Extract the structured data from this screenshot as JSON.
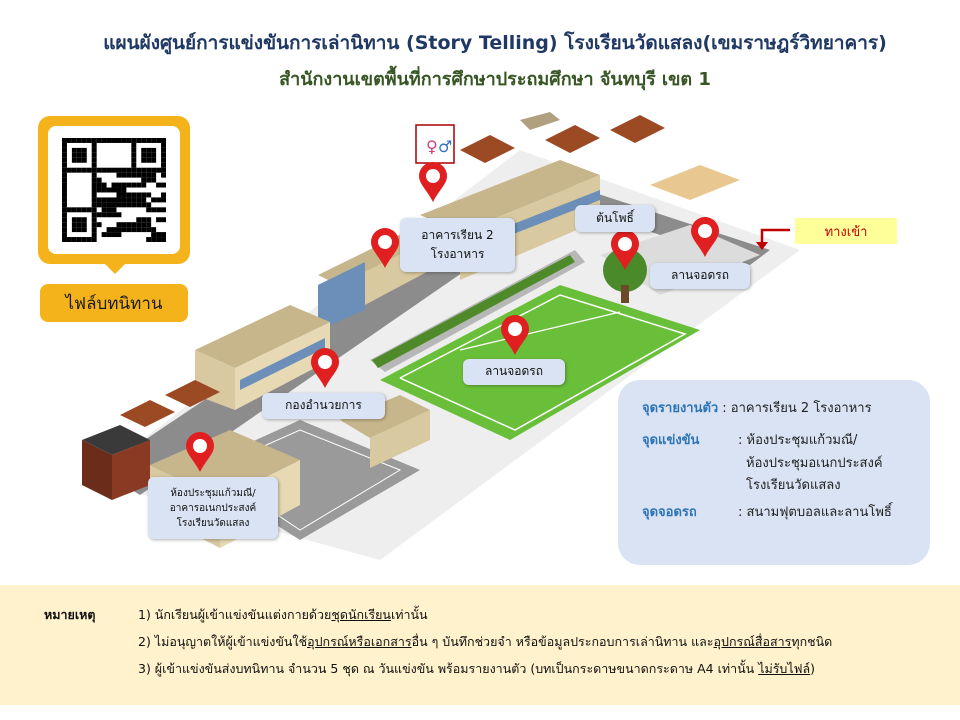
{
  "header": {
    "title": "แผนผังศูนย์การแข่งขันการเล่านิทาน (Story Telling) โรงเรียนวัดแสลง(เขมราษฎร์วิทยาคาร)",
    "subtitle": "สำนักงานเขตพื้นที่การศึกษาประถมศึกษา จันทบุรี เขต 1"
  },
  "qr": {
    "icon": "qr-code-icon",
    "button_label": "ไฟล์บทนิทาน"
  },
  "map": {
    "labels": {
      "building2": "อาคารเรียน 2",
      "canteen": "โรงอาหาร",
      "bodhi": "ต้นโพธิ์",
      "entrance": "ทางเข้า",
      "parking1": "ลานจอดรถ",
      "parking2": "ลานจอดรถ",
      "hq": "กองอำนวยการ",
      "room1": "ห้องประชุมแก้วมณี/",
      "room2": "อาคารอเนกประสงค์",
      "room3": "โรงเรียนวัดแสลง"
    },
    "colors": {
      "pin": "#e02020",
      "field": "#6abf3a",
      "road": "#8c8c8c"
    }
  },
  "info": {
    "report_key": "จุดรายงานตัว",
    "report_val": ": อาคารเรียน 2 โรงอาหาร",
    "compete_key": "จุดแข่งขัน",
    "compete_val1": ": ห้องประชุมแก้วมณี/",
    "compete_val2": "ห้องประชุมอเนกประสงค์",
    "compete_val3": "โรงเรียนวัดแสลง",
    "parking_key": "จุดจอดรถ",
    "parking_val": ": สนามฟุตบอลและลานโพธิ์"
  },
  "notes": {
    "heading": "หมายเหตุ",
    "n1a": "1)  นักเรียนผู้เข้าแข่งขันแต่งกายด้วย",
    "n1u": "ชุดนักเรียน",
    "n1b": "เท่านั้น",
    "n2a": "2)  ไม่อนุญาตให้ผู้เข้าแข่งขันใช้",
    "n2u1": "อุปกรณ์หรือเอกสาร",
    "n2b": "อื่น ๆ บันทึกช่วยจำ หรือข้อมูลประกอบการเล่านิทาน และ",
    "n2u2": "อุปกรณ์สื่อสาร",
    "n2c": "ทุกชนิด",
    "n3a": "3)  ผู้เข้าแข่งขันส่งบทนิทาน จำนวน 5 ชุด ณ วันแข่งขัน  พร้อมรายงานตัว (บทเป็นกระดาษขนาดกระดาษ A4 เท่านั้น ",
    "n3u": "ไม่รับไฟล์",
    "n3b": ")"
  }
}
